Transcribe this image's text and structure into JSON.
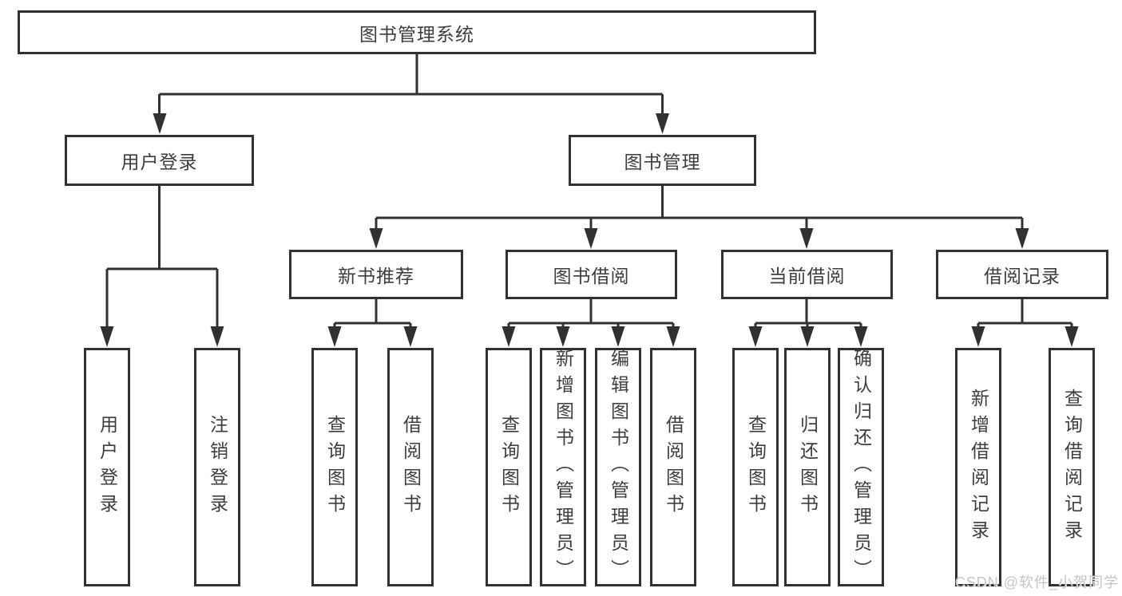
{
  "diagram": {
    "type": "hierarchy-tree",
    "tree": {
      "label": "图书管理系统",
      "children": [
        {
          "label": "用户登录",
          "children": [
            {
              "label": "用户登录"
            },
            {
              "label": "注销登录"
            }
          ]
        },
        {
          "label": "图书管理",
          "children": [
            {
              "label": "新书推荐",
              "children": [
                {
                  "label": "查询图书"
                },
                {
                  "label": "借阅图书"
                }
              ]
            },
            {
              "label": "图书借阅",
              "children": [
                {
                  "label": "查询图书"
                },
                {
                  "label": "新增图书（管理员）"
                },
                {
                  "label": "编辑图书（管理员）"
                },
                {
                  "label": "借阅图书"
                }
              ]
            },
            {
              "label": "当前借阅",
              "children": [
                {
                  "label": "查询图书"
                },
                {
                  "label": "归还图书"
                },
                {
                  "label": "确认归还（管理员）"
                }
              ]
            },
            {
              "label": "借阅记录",
              "children": [
                {
                  "label": "新增借阅记录"
                },
                {
                  "label": "查询借阅记录"
                }
              ]
            }
          ]
        }
      ]
    }
  },
  "watermark": {
    "text": "CSDN @软件_小贺同学"
  },
  "colors": {
    "line": "#313131",
    "text": "#3d3d3d",
    "watermark": "#c5c5c5",
    "background": "#ffffff"
  }
}
